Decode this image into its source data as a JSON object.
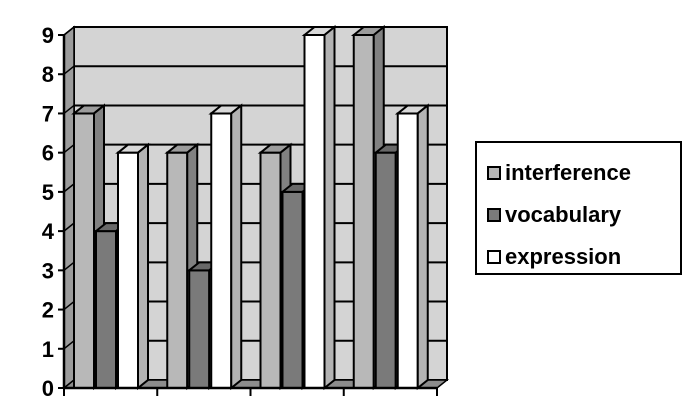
{
  "chart_data": {
    "type": "bar",
    "categories": [
      "",
      "",
      "",
      ""
    ],
    "series": [
      {
        "name": "interference",
        "values": [
          7,
          6,
          6,
          9
        ],
        "color": "#b8b8b8"
      },
      {
        "name": "vocabulary",
        "values": [
          4,
          3,
          5,
          6
        ],
        "color": "#7a7a7a"
      },
      {
        "name": "expression",
        "values": [
          6,
          7,
          9,
          7
        ],
        "color": "#ffffff"
      }
    ],
    "yticks": [
      "0",
      "1",
      "2",
      "3",
      "4",
      "5",
      "6",
      "7",
      "8",
      "9"
    ],
    "ylim": [
      0,
      9
    ],
    "title": "",
    "xlabel": "",
    "ylabel": "",
    "grid": true,
    "legend_position": "right",
    "plot_background": "#d4d4d4",
    "style": "3d"
  }
}
